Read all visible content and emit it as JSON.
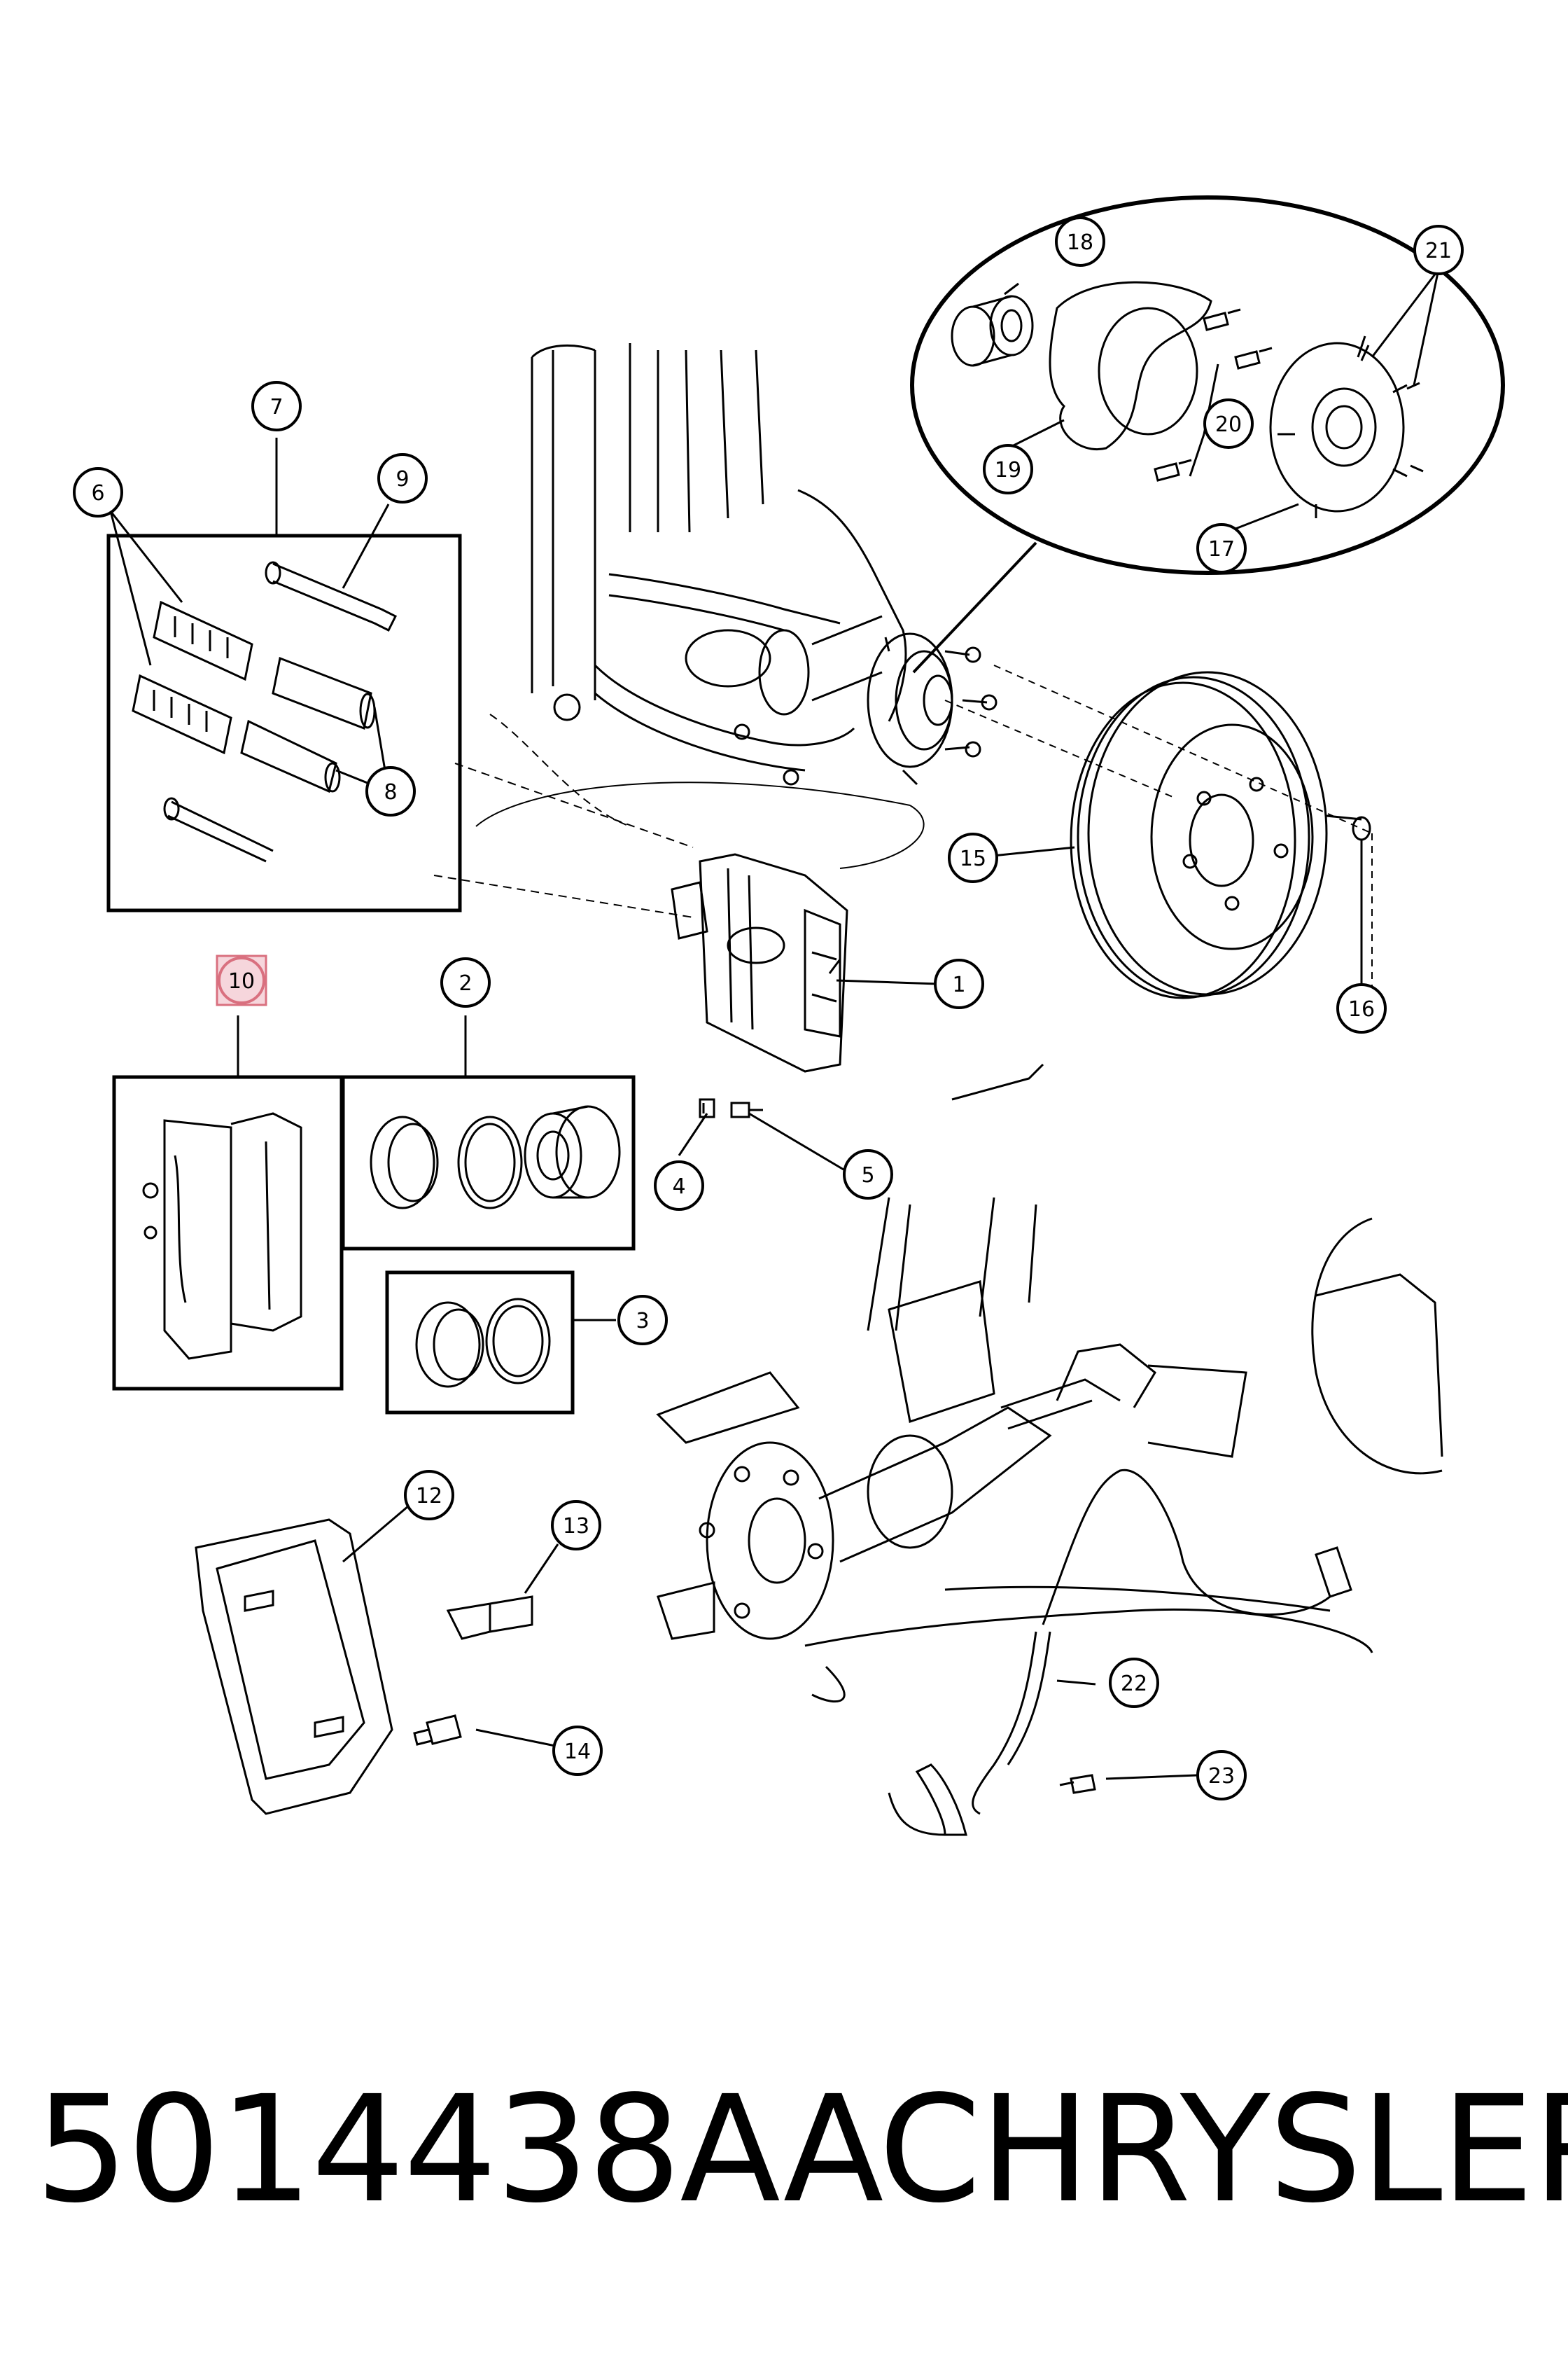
{
  "callouts": {
    "c1": "1",
    "c2": "2",
    "c3": "3",
    "c4": "4",
    "c5": "5",
    "c6": "6",
    "c7": "7",
    "c8": "8",
    "c9": "9",
    "c10": "10",
    "c12": "12",
    "c13": "13",
    "c14": "14",
    "c15": "15",
    "c16": "16",
    "c17": "17",
    "c18": "18",
    "c19": "19",
    "c20": "20",
    "c21": "21",
    "c22": "22",
    "c23": "23"
  },
  "highlighted_callout": "10",
  "footer": {
    "part_number": "5014438AA",
    "manufacturer": "CHRYSLER"
  },
  "colors": {
    "highlight_fill": "#f6d6dc",
    "highlight_border": "#d9707f",
    "line": "#000000"
  }
}
